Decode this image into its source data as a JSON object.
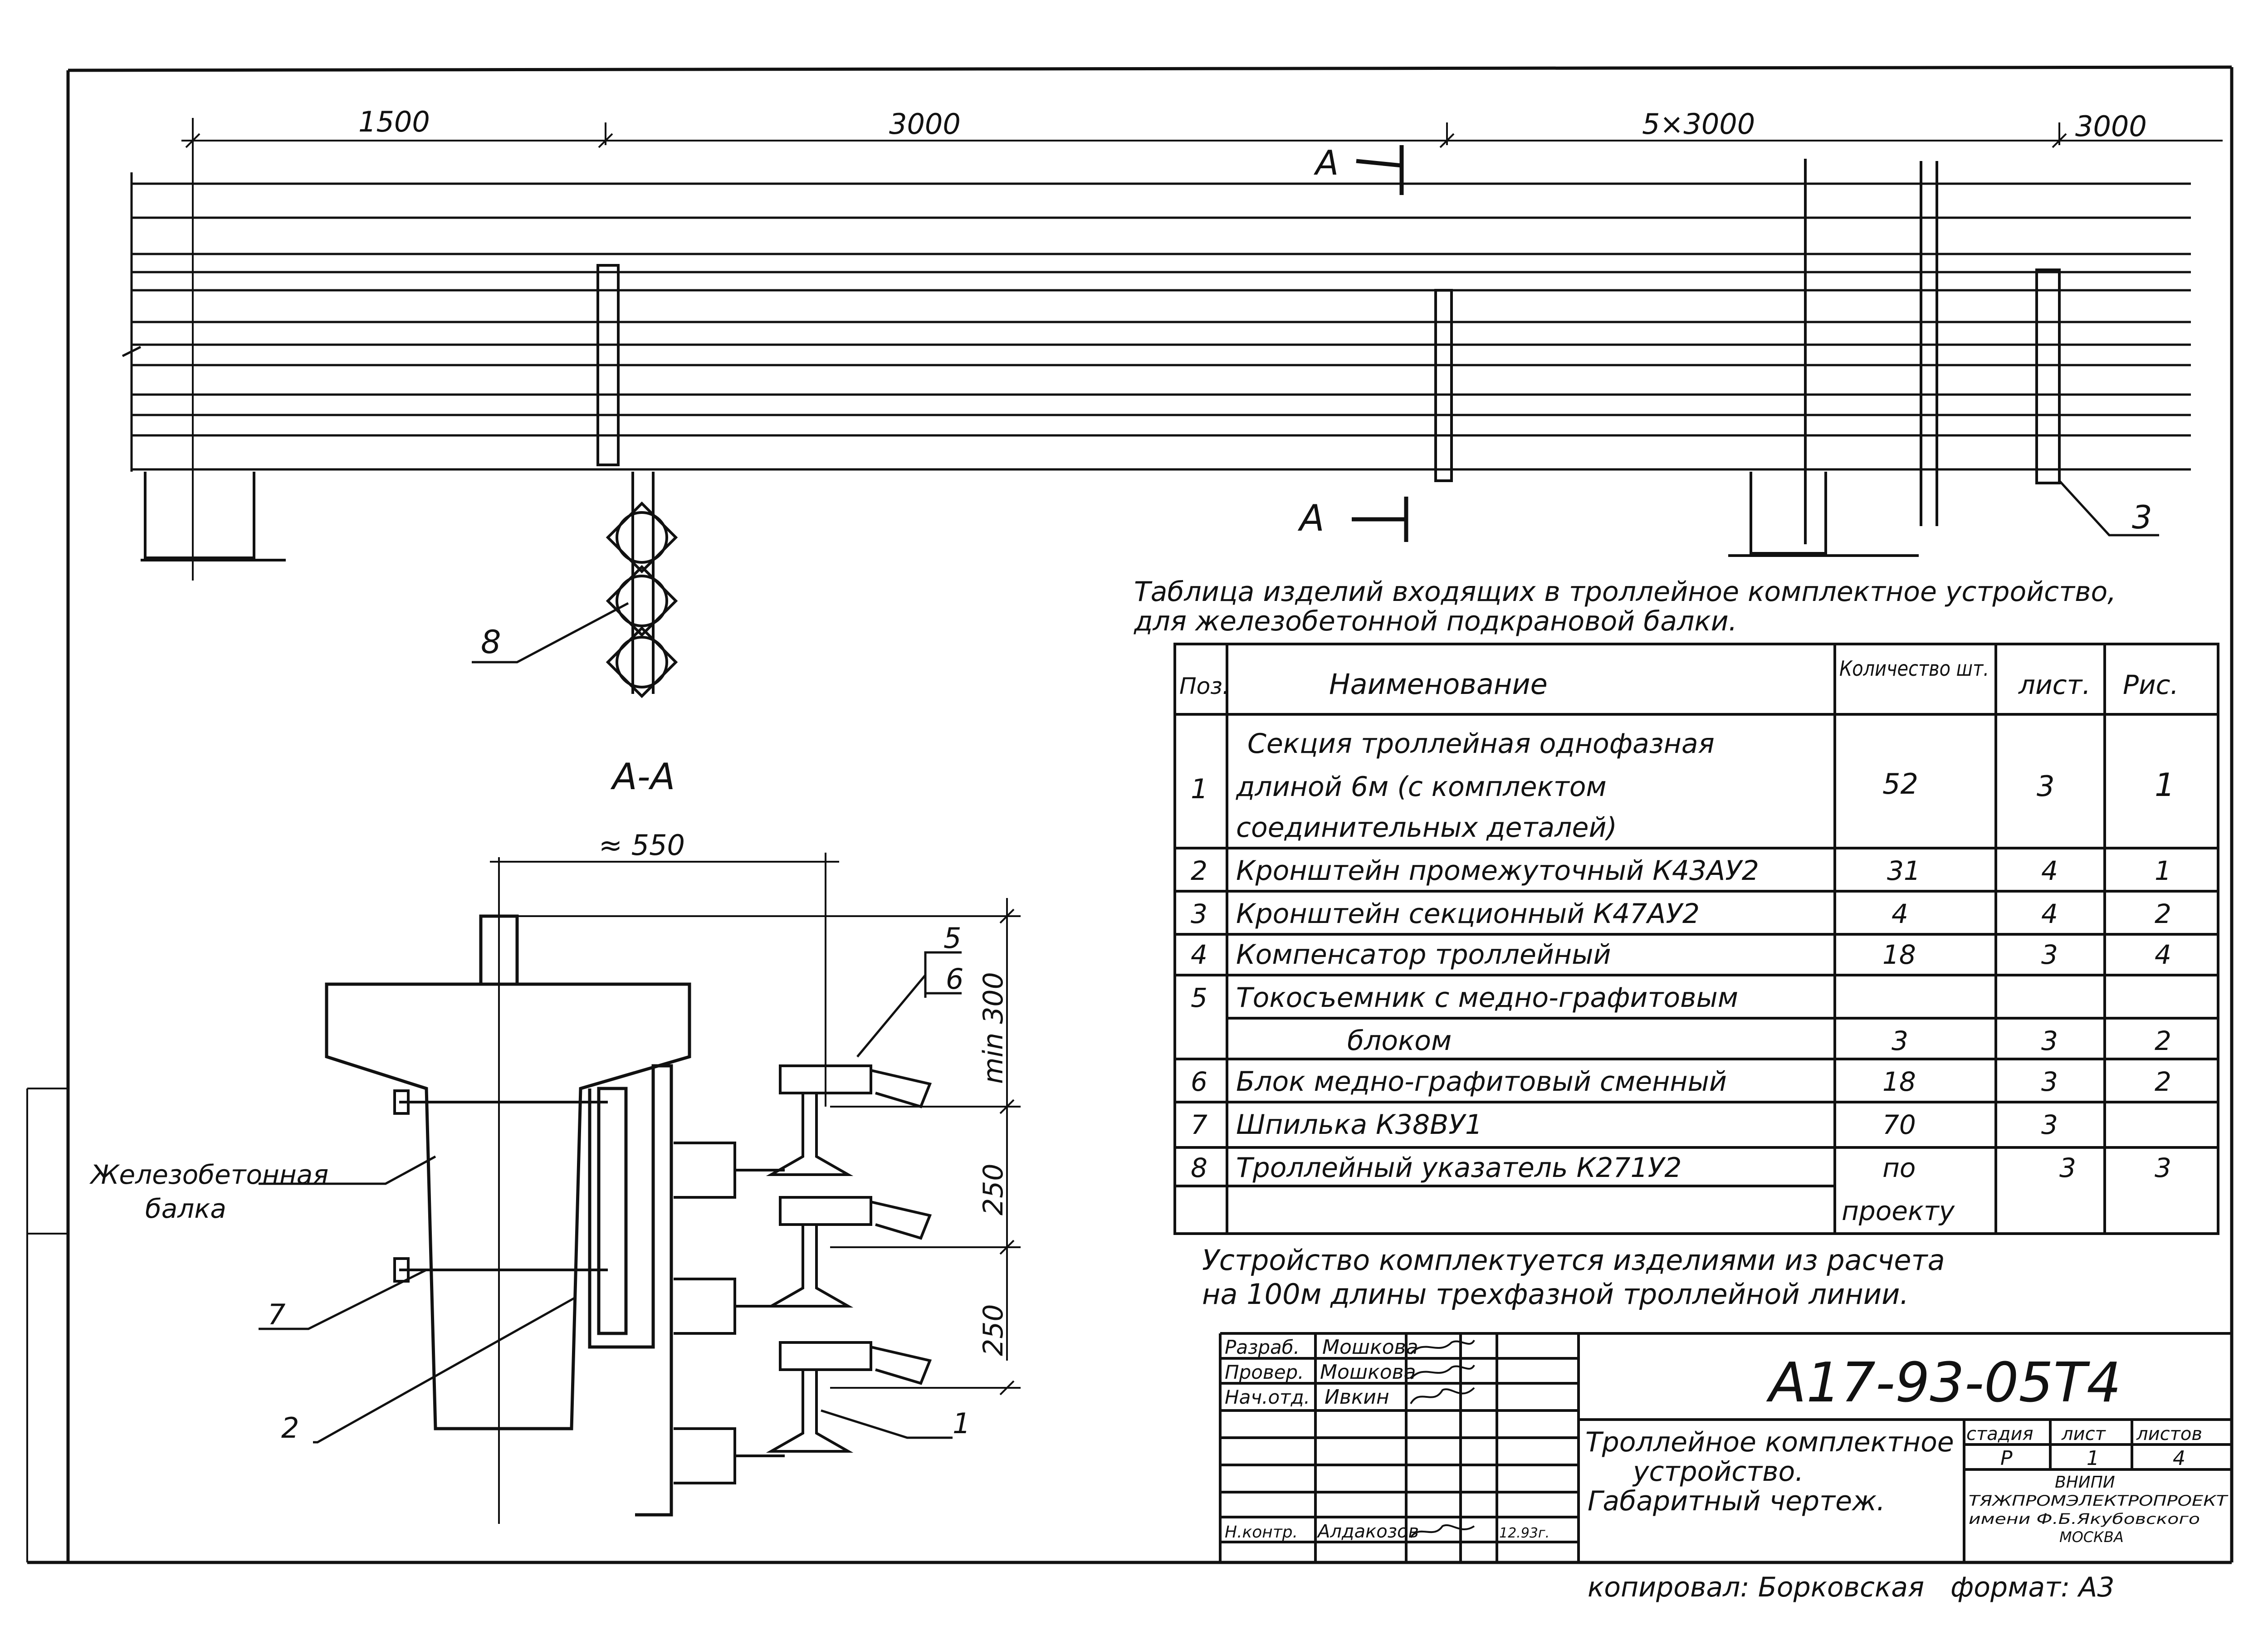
{
  "dimensions_top": [
    "1500",
    "3000",
    "5×3000",
    "3000"
  ],
  "section_marks": [
    "A",
    "A"
  ],
  "section_title": "A-A",
  "dimensions_section": [
    "≈ 550",
    "min 300",
    "250",
    "250"
  ],
  "callouts": [
    "1",
    "2",
    "3",
    "5",
    "6",
    "7",
    "8"
  ],
  "beam_label": [
    "Железобетонная",
    "балка"
  ],
  "table": {
    "title_line1": "Таблица изделий входящих в троллейное комплектное устройство,",
    "title_line2": "для железобетонной подкрановой балки.",
    "headers": [
      "Поз.",
      "Наименование",
      "Количество шт.",
      "лист.",
      "Рис."
    ],
    "rows": [
      {
        "pos": "1",
        "name": [
          "Секция троллейная однофазная",
          "длиной 6м (с комплектом",
          "соединительных деталей)"
        ],
        "qty": "52",
        "sheet": "3",
        "fig": "1"
      },
      {
        "pos": "2",
        "name": [
          "Кронштейн промежуточный К43АУ2"
        ],
        "qty": "31",
        "sheet": "4",
        "fig": "1"
      },
      {
        "pos": "3",
        "name": [
          "Кронштейн секционный К47АУ2"
        ],
        "qty": "4",
        "sheet": "4",
        "fig": "2"
      },
      {
        "pos": "4",
        "name": [
          "Компенсатор троллейный"
        ],
        "qty": "18",
        "sheet": "3",
        "fig": "4"
      },
      {
        "pos": "5",
        "name": [
          "Токосъемник с медно-графитовым"
        ],
        "qty": "",
        "sheet": "",
        "fig": ""
      },
      {
        "pos": "",
        "name": [
          "блоком"
        ],
        "qty": "3",
        "sheet": "3",
        "fig": "2"
      },
      {
        "pos": "6",
        "name": [
          "Блок медно-графитовый сменный"
        ],
        "qty": "18",
        "sheet": "3",
        "fig": "2"
      },
      {
        "pos": "7",
        "name": [
          "Шпилька К38ВУ1"
        ],
        "qty": "70",
        "sheet": "3",
        "fig": ""
      },
      {
        "pos": "8",
        "name": [
          "Троллейный указатель К271У2"
        ],
        "qty": "по",
        "sheet": "3",
        "fig": "3"
      },
      {
        "pos": "",
        "name": [
          ""
        ],
        "qty": "проекту",
        "sheet": "",
        "fig": ""
      }
    ]
  },
  "note_line1": "Устройство комплектуется изделиями из расчета",
  "note_line2": "на 100м длины трехфазной троллейной линии.",
  "title_block": {
    "roles": [
      "Разраб.",
      "Провер.",
      "Нач.отд.",
      "Н.контр."
    ],
    "names": [
      "Мошкова",
      "Мошкова",
      "Ивкин",
      "Алдакозов"
    ],
    "date": "12.93г.",
    "doc_code": "А17-93-05Т4",
    "title": [
      "Троллейное комплектное",
      "устройство.",
      "Габаритный чертеж."
    ],
    "stage_headers": [
      "стадия",
      "лист",
      "листов"
    ],
    "stage_values": [
      "Р",
      "1",
      "4"
    ],
    "org": [
      "ВНИПИ",
      "ТЯЖПРОМЭЛЕКТРОПРОЕКТ",
      "имени Ф.Б.Якубовского",
      "МОСКВА"
    ]
  },
  "copied_by": "копировал: Борковская",
  "format": "формат: А3"
}
